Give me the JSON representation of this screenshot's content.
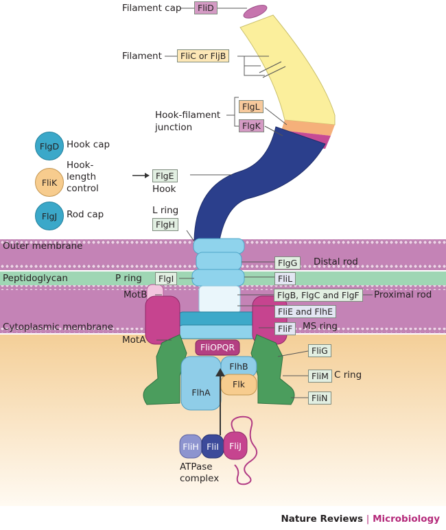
{
  "membranes": {
    "outer": "Outer membrane",
    "peptidoglycan": "Peptidoglycan",
    "cytoplasmic": "Cytoplasmic membrane"
  },
  "labels": {
    "filament_cap": "Filament cap",
    "filament": "Filament",
    "hook_filament_junction": [
      "Hook-filament",
      "junction"
    ],
    "hook": "Hook",
    "l_ring": "L ring",
    "p_ring": "P ring",
    "distal_rod": "Distal rod",
    "proximal_rod": "Proximal rod",
    "ms_ring": "MS ring",
    "c_ring": "C ring",
    "motb": "MotB",
    "mota": "MotA",
    "atpase_complex": [
      "ATPase",
      "complex"
    ]
  },
  "protein_boxes": {
    "flid": "FliD",
    "flic_fljb": "FliC or FljB",
    "flgl": "FlgL",
    "flgk": "FlgK",
    "flge": "FlgE",
    "flgh": "FlgH",
    "flgg": "FlgG",
    "flgi": "FlgI",
    "flil": "FliL",
    "flgbcf": "FlgB, FlgC and FlgF",
    "flie_flhe": "FliE and FlhE",
    "flif": "FliF",
    "flig": "FliG",
    "flim": "FliM",
    "flin": "FliN"
  },
  "legend": [
    {
      "code": "FlgD",
      "text": [
        "Hook cap"
      ],
      "color": "#3ba8c9"
    },
    {
      "code": "FliK",
      "text": [
        "Hook-",
        "length",
        "control"
      ],
      "color": "#f7cc8e"
    },
    {
      "code": "FlgJ",
      "text": [
        "Rod cap"
      ],
      "color": "#3ba8c9"
    }
  ],
  "shape_labels": {
    "fliopqr": "FliOPQR",
    "flhb": "FlhB",
    "flha": "FlhA",
    "flk": "Flk",
    "flih": "FliH",
    "flii": "FliI",
    "flij": "FliJ"
  },
  "footer": {
    "journal": "Nature Reviews",
    "separator": "|",
    "section": "Microbiology",
    "section_color": "#b4297a"
  },
  "colors": {
    "filament": "#fbef9c",
    "hook": "#2b3f8c",
    "membrane": "#c483b6",
    "peptidoglycan": "#9fd6b4",
    "cytoplasm": "#f7d8a8",
    "rod": "#8fd3ec",
    "motor_green": "#4b9d5d",
    "mota_pink": "#c6448f"
  }
}
